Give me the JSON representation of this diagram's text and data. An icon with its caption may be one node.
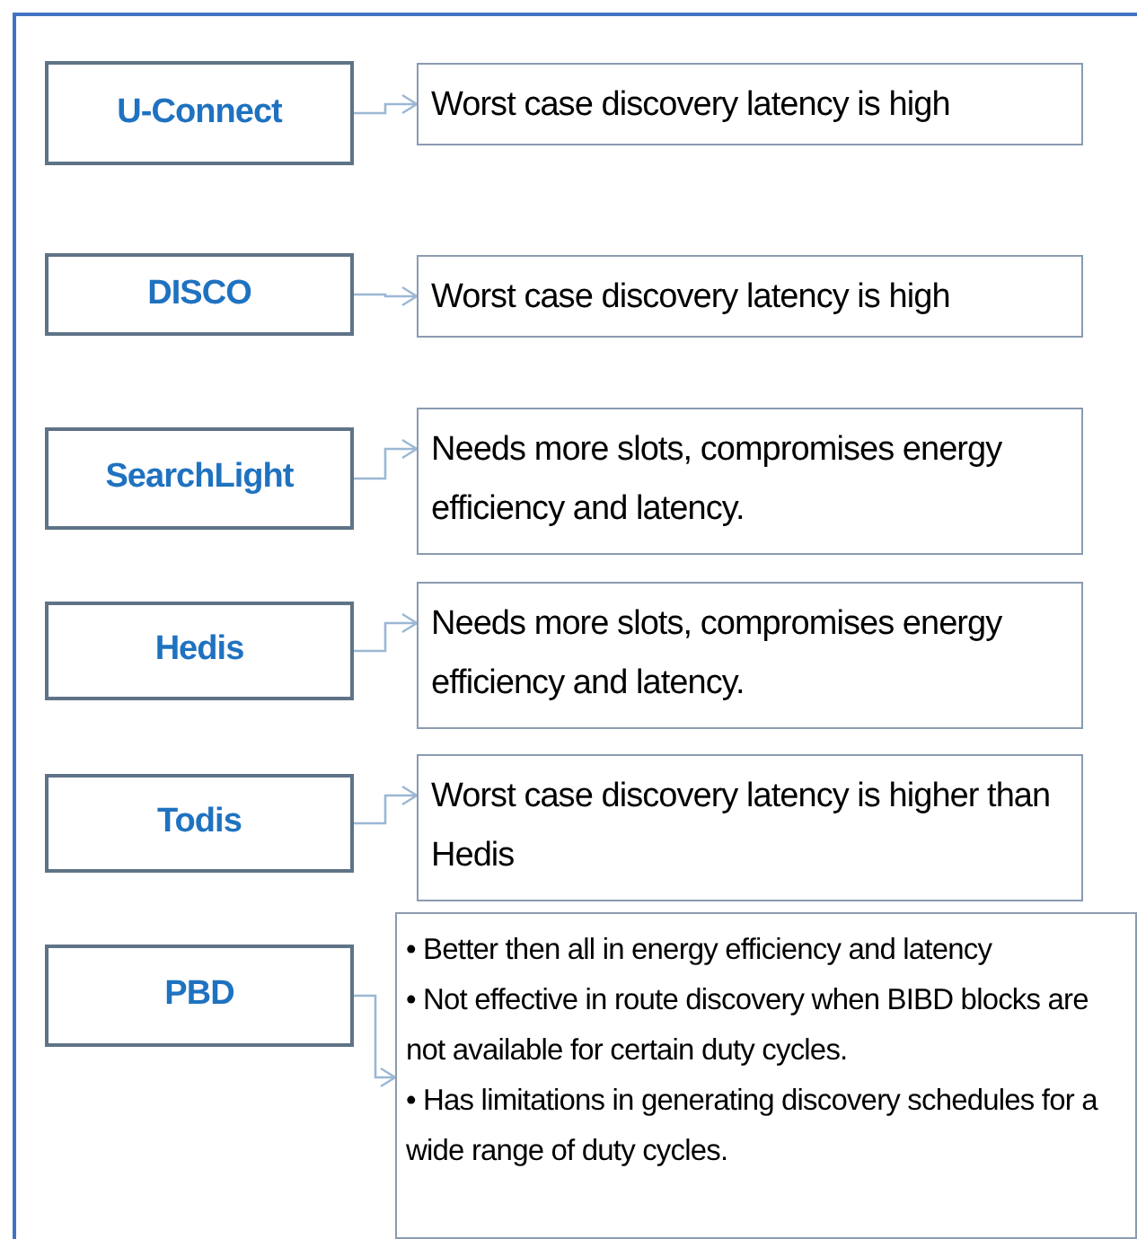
{
  "diagram": {
    "nodes": [
      {
        "text": [
          "U-Connect"
        ]
      },
      {
        "text": [
          "Worst case discovery latency is high"
        ]
      },
      {
        "text": [
          "DISCO"
        ]
      },
      {
        "text": [
          "Worst case discovery latency is high"
        ]
      },
      {
        "text": [
          "SearchLight"
        ]
      },
      {
        "text": [
          "Needs more slots, compromises energy efficiency and latency."
        ]
      },
      {
        "text": [
          "Hedis"
        ]
      },
      {
        "text": [
          "Needs more slots, compromises energy efficiency and latency."
        ]
      },
      {
        "text": [
          "Todis"
        ]
      },
      {
        "text": [
          "Worst case discovery latency is higher than Hedis"
        ]
      },
      {
        "text": [
          "PBD"
        ]
      },
      {
        "text": [
          "• Better then all in energy efficiency and latency",
          "• Not effective in route discovery when BIBD blocks are not available for certain duty cycles.",
          "•  Has limitations in generating discovery schedules for a wide range of duty cycles."
        ]
      }
    ],
    "edges": [
      {
        "from": 0,
        "to": 1,
        "arrow": "to"
      },
      {
        "from": 2,
        "to": 3,
        "arrow": "to"
      },
      {
        "from": 4,
        "to": 5,
        "arrow": "to"
      },
      {
        "from": 6,
        "to": 7,
        "arrow": "to"
      },
      {
        "from": 8,
        "to": 9,
        "arrow": "to"
      },
      {
        "from": 10,
        "to": 11,
        "arrow": "to"
      }
    ]
  }
}
